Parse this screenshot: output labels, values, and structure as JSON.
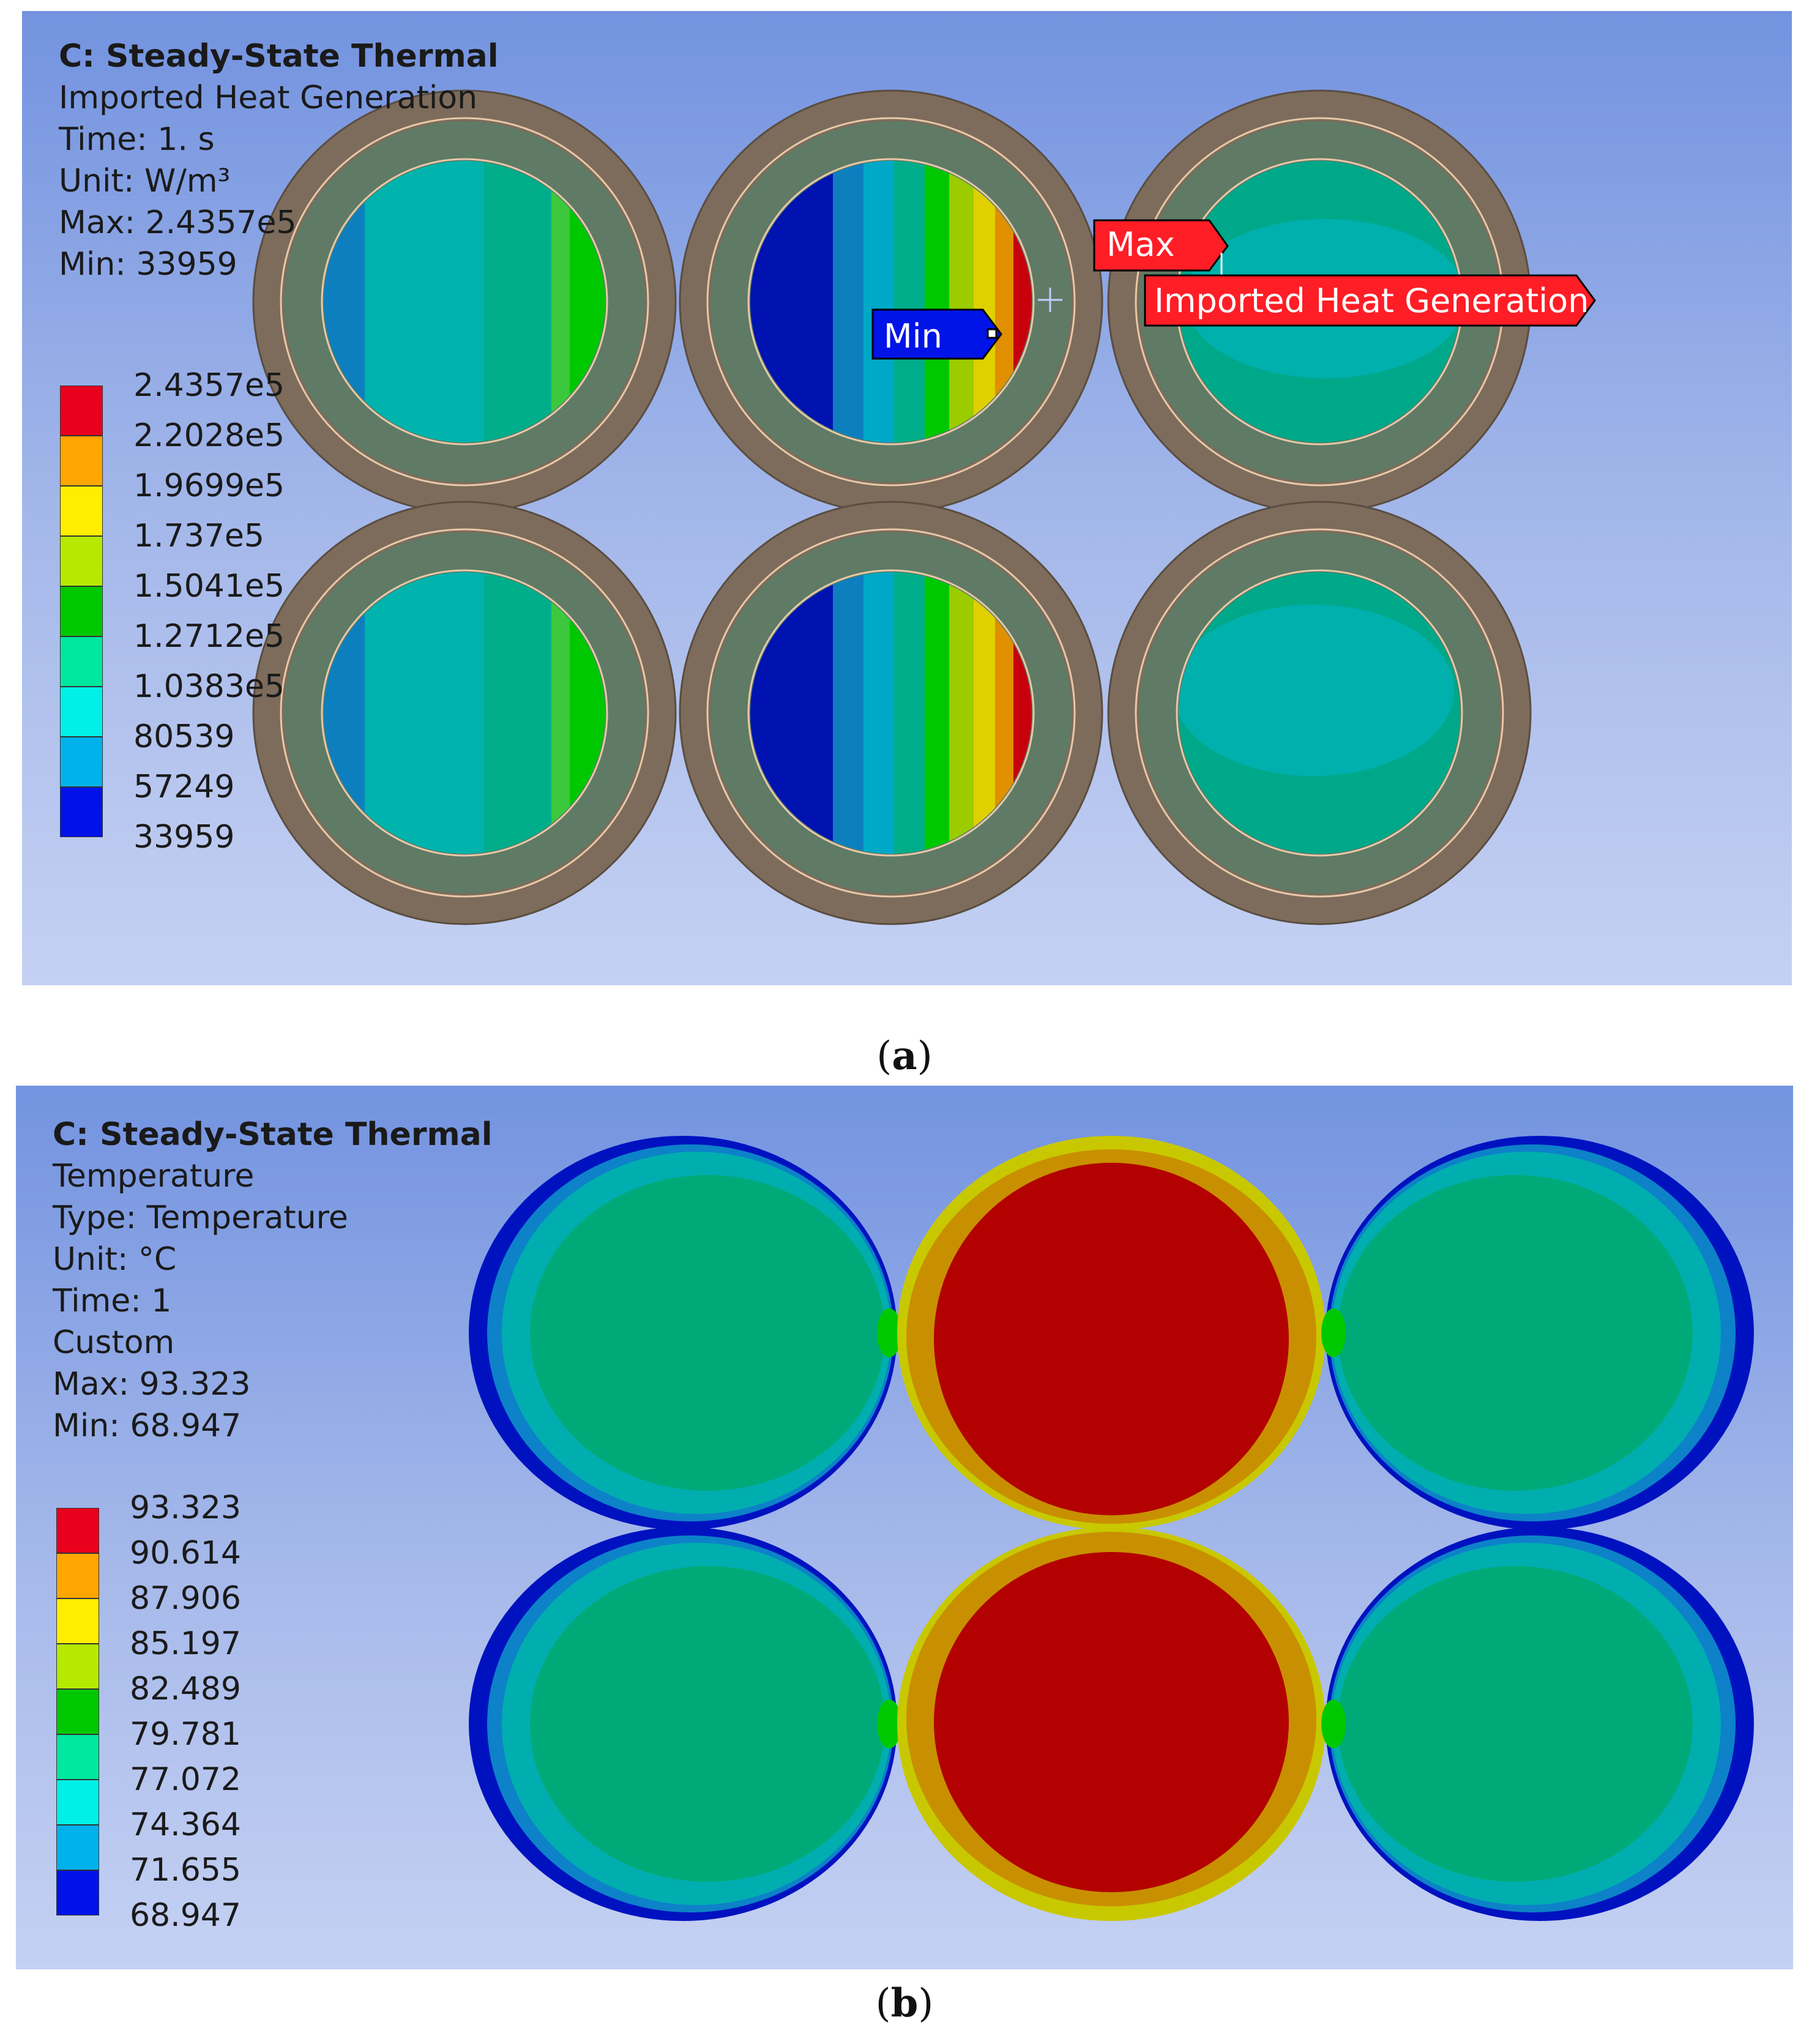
{
  "panel_a": {
    "title": "C: Steady-State Thermal",
    "info": [
      "Imported Heat Generation",
      "Time: 1. s",
      "Unit: W/m³",
      "Max: 2.4357e5",
      "Min: 33959"
    ],
    "legend": [
      "2.4357e5",
      "2.2028e5",
      "1.9699e5",
      "1.737e5",
      "1.5041e5",
      "1.2712e5",
      "1.0383e5",
      "80539",
      "57249",
      "33959"
    ],
    "tags": {
      "max": "Max",
      "min": "Min",
      "probe": "Imported Heat Generation"
    },
    "caption_letter": "a"
  },
  "panel_b": {
    "title": "C: Steady-State Thermal",
    "info": [
      "Temperature",
      "Type: Temperature",
      "Unit: °C",
      "Time: 1",
      "Custom",
      "Max: 93.323",
      "Min: 68.947"
    ],
    "legend": [
      "93.323",
      "90.614",
      "87.906",
      "85.197",
      "82.489",
      "79.781",
      "77.072",
      "74.364",
      "71.655",
      "68.947"
    ],
    "caption_letter": "b"
  },
  "colors": {
    "legend_scale": [
      "#e8001c",
      "#ffa600",
      "#ffee00",
      "#b5ea00",
      "#00c800",
      "#00e8a0",
      "#00f0e8",
      "#00b2ec",
      "#0012e8"
    ],
    "shell_outer": "#7d6c5b",
    "shell_inner": "#5f7a65",
    "max_tag": "#ff1d26",
    "min_tag": "#0014e8"
  }
}
